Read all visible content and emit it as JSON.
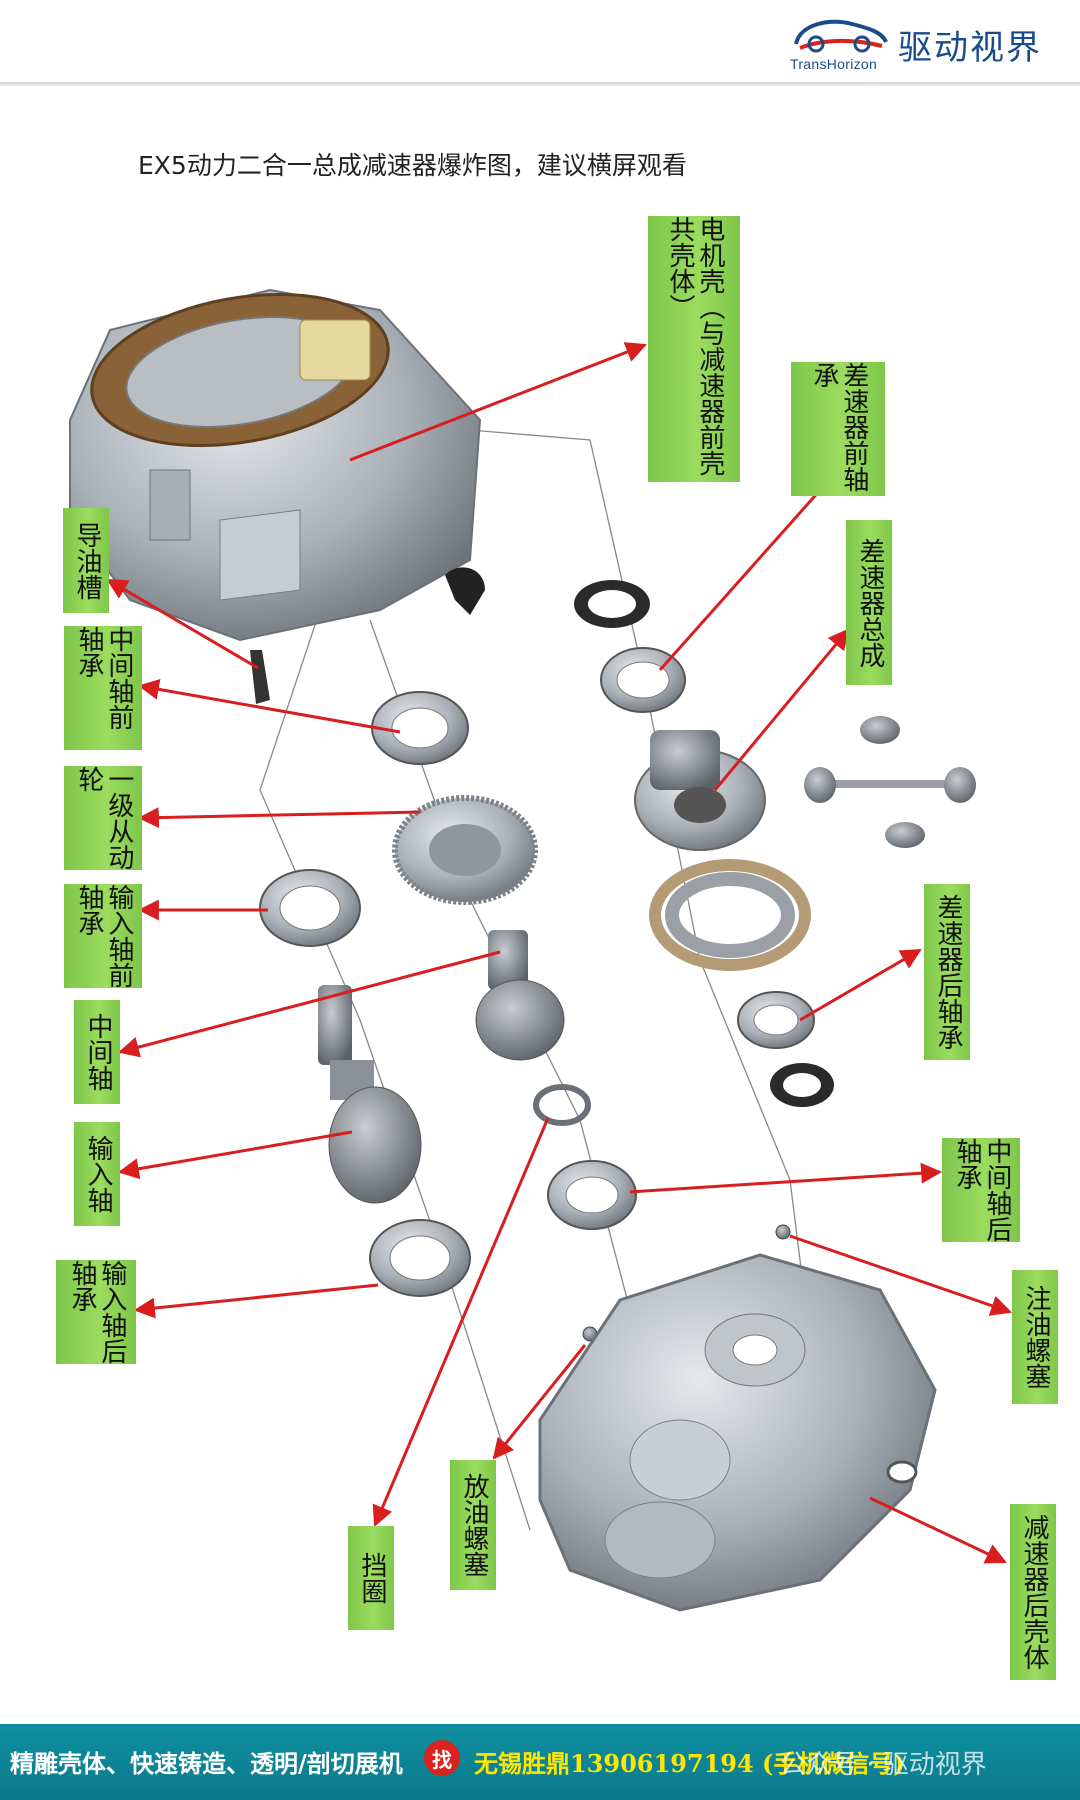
{
  "brand": {
    "name": "驱动视界",
    "sub": "TransHorizon"
  },
  "title": "EX5动力二合一总成减速器爆炸图，建议横屏观看",
  "labels": [
    {
      "id": "motor-housing",
      "text": "电机壳（与减速器前壳共壳体）"
    },
    {
      "id": "diff-front-bearing",
      "text": "差速器前轴承"
    },
    {
      "id": "diff-assembly",
      "text": "差速器总成"
    },
    {
      "id": "oil-guide",
      "text": "导油槽"
    },
    {
      "id": "mid-shaft-front-bearing",
      "text": "中间轴前轴承"
    },
    {
      "id": "first-driven-gear",
      "text": "一级从动轮"
    },
    {
      "id": "input-front-bearing",
      "text": "输入轴前轴承"
    },
    {
      "id": "mid-shaft",
      "text": "中间轴"
    },
    {
      "id": "input-shaft",
      "text": "输入轴"
    },
    {
      "id": "input-rear-bearing",
      "text": "输入轴后轴承"
    },
    {
      "id": "diff-rear-bearing",
      "text": "差速器后轴承"
    },
    {
      "id": "mid-shaft-rear-bearing",
      "text": "中间轴后轴承"
    },
    {
      "id": "oil-fill-plug",
      "text": "注油螺塞"
    },
    {
      "id": "drain-plug",
      "text": "放油螺塞"
    },
    {
      "id": "retaining-ring",
      "text": "挡圈"
    },
    {
      "id": "rear-housing",
      "text": "减速器后壳体"
    }
  ],
  "footer": {
    "left": "精雕壳体、快速铸造、透明/剖切展机",
    "badge": "找",
    "contact": "无锡胜鼎13906197194 (手机微信号)",
    "watermark": "公众号 · 驱动视界"
  },
  "colors": {
    "label_green": "#8fd454",
    "arrow_red": "#d81e1e",
    "footer_teal": "#0f8fa0",
    "contact_yellow": "#ffe600"
  }
}
